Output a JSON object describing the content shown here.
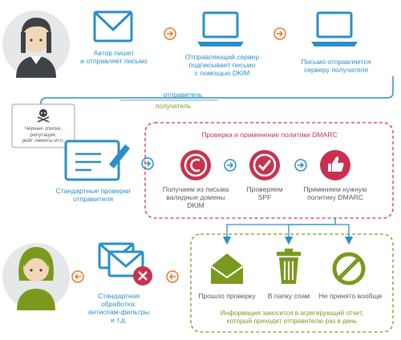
{
  "steps": {
    "author": "Автор пишет\nи отправляет письмо",
    "sign": "Отправляющий сервер\nподписывает письмо\nс помощью DKIM",
    "send": "Письмо отправляется\nсерверу получателя"
  },
  "roles": {
    "sender": "отправитель",
    "receiver": "получатель"
  },
  "reputation": "Черные списки,\nрепутация,\nрейт лимиты ит.п.",
  "standard_checks": "Стандартные проверки\nотправителя",
  "dmarc": {
    "title": "Проверка и применение политики DMARC",
    "dkim": "Получаем из письма\nвалидные домены DKIM",
    "spf": "Проверяем\nSPF",
    "apply": "Применяем нужную\nполитику DMARC"
  },
  "outcomes": {
    "pass": "Прошло проверку",
    "spam": "В папку спам",
    "reject": "Не принято вообще",
    "note": "Информация заносится в агрегирующий отчет,\nкоторый приходит отправителю раз в день"
  },
  "standard_processing": "Стандартная\nобработка:\nантиспам-фильтры\nи т.д.",
  "colors": {
    "blue": "#2a8fc6",
    "orange": "#e8792e",
    "red": "#c8324f",
    "green": "#7a9a1e",
    "dark": "#3d4347"
  }
}
